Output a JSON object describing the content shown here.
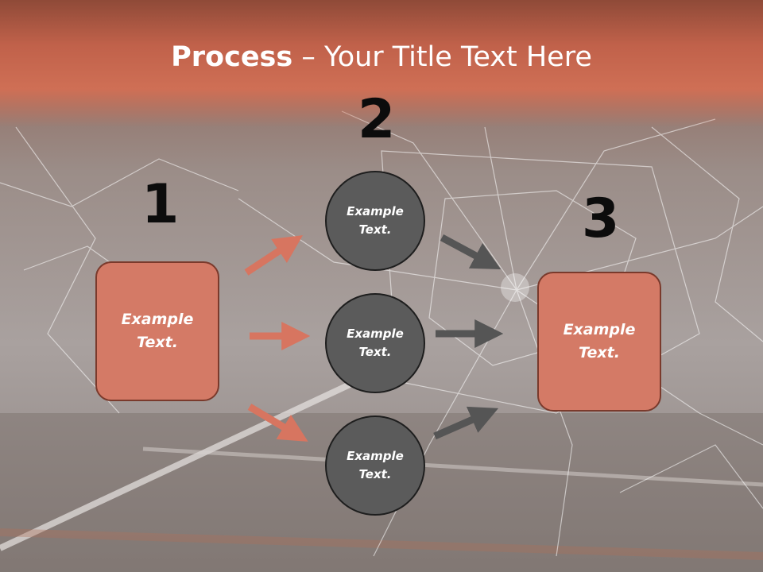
{
  "slide": {
    "title_bold": "Process",
    "title_rest": " – Your Title Text Here",
    "steps": [
      {
        "number": "1",
        "text": "Example\nText."
      },
      {
        "number": "2",
        "text": ""
      },
      {
        "number": "3",
        "text": "Example\nText."
      }
    ],
    "circles": [
      {
        "text": "Example\nText."
      },
      {
        "text": "Example\nText."
      },
      {
        "text": "Example\nText."
      }
    ],
    "colors": {
      "accent": "#d47a66",
      "accent_border": "#7a3a2c",
      "circle_fill": "#5b5b5b",
      "arrow_in": "#d77560",
      "arrow_out": "#555555",
      "header": "#c0614a"
    }
  }
}
